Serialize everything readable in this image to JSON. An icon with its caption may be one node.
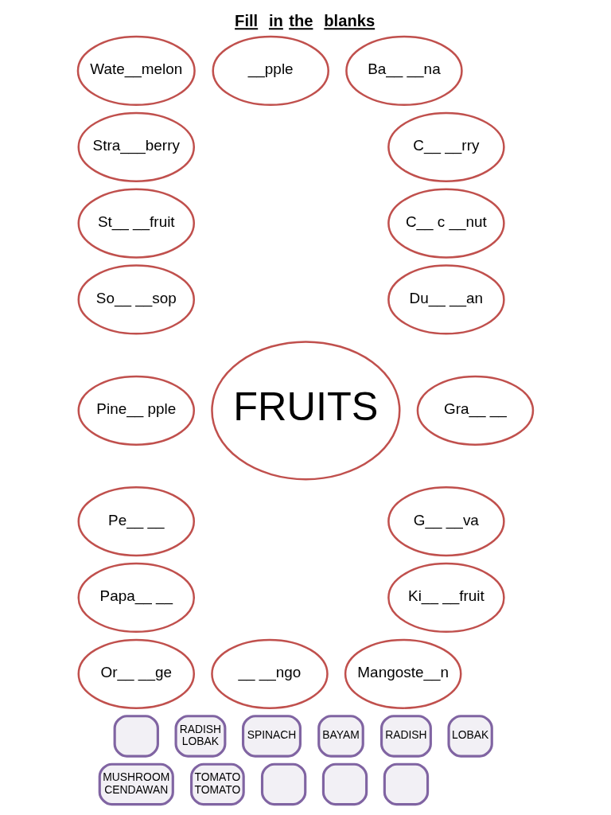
{
  "diagram": {
    "title": "Fill  in the  blanks",
    "nodes": [
      {
        "text": [
          "FRUITS"
        ]
      },
      {
        "text": [
          "__pple"
        ]
      },
      {
        "text": [
          "Ba__ __na"
        ]
      },
      {
        "text": [
          "C__ __rry"
        ]
      },
      {
        "text": [
          "C__ c __nut"
        ]
      },
      {
        "text": [
          "Du__ __an"
        ]
      },
      {
        "text": [
          "Gra__ __"
        ]
      },
      {
        "text": [
          "G__ __va"
        ]
      },
      {
        "text": [
          "Ki__ __fruit"
        ]
      },
      {
        "text": [
          "Mangoste__n"
        ]
      },
      {
        "text": [
          "__ __ngo"
        ]
      },
      {
        "text": [
          "Or__ __ge"
        ]
      },
      {
        "text": [
          "Papa__ __"
        ]
      },
      {
        "text": [
          "Pe__ __"
        ]
      },
      {
        "text": [
          "Pine__ pple"
        ]
      },
      {
        "text": [
          "So__ __sop"
        ]
      },
      {
        "text": [
          "St__ __fruit"
        ]
      },
      {
        "text": [
          "Stra___berry"
        ]
      },
      {
        "text": [
          "Wate__melon"
        ]
      },
      {
        "text": [],
        "shape": "box"
      },
      {
        "text": [
          "RADISH",
          "LOBAK"
        ]
      },
      {
        "text": [
          "SPINACH"
        ]
      },
      {
        "text": [
          "BAYAM"
        ]
      },
      {
        "text": [
          "RADISH"
        ]
      },
      {
        "text": [
          "LOBAK"
        ]
      },
      {
        "text": [
          "MUSHROOM",
          "CENDAWAN"
        ]
      },
      {
        "text": [
          "TOMATO",
          "TOMATO"
        ]
      },
      {
        "text": [],
        "shape": "box"
      },
      {
        "text": [],
        "shape": "box"
      },
      {
        "text": [],
        "shape": "box"
      }
    ],
    "edges": []
  }
}
